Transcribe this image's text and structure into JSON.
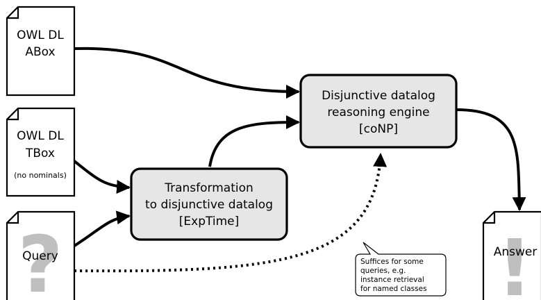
{
  "documents": {
    "abox": {
      "line1": "OWL DL",
      "line2": "ABox"
    },
    "tbox": {
      "line1": "OWL DL",
      "line2": "TBox",
      "note": "(no nominals)"
    },
    "query": {
      "label": "Query",
      "glyph": "?"
    },
    "answer": {
      "label": "Answer",
      "glyph": "!"
    }
  },
  "processes": {
    "engine": {
      "line1": "Disjunctive datalog",
      "line2": "reasoning engine",
      "line3": "[coNP]"
    },
    "transformation": {
      "line1": "Transformation",
      "line2": "to disjunctive datalog",
      "line3": "[ExpTime]"
    }
  },
  "callout": {
    "line1": "Suffices for some",
    "line2": "queries, e.g.",
    "line3": "instance retrieval",
    "line4": "for named classes"
  },
  "colors": {
    "box_fill": "#e6e6e6",
    "stroke": "#000000",
    "glyph": "#bfbfbf"
  }
}
